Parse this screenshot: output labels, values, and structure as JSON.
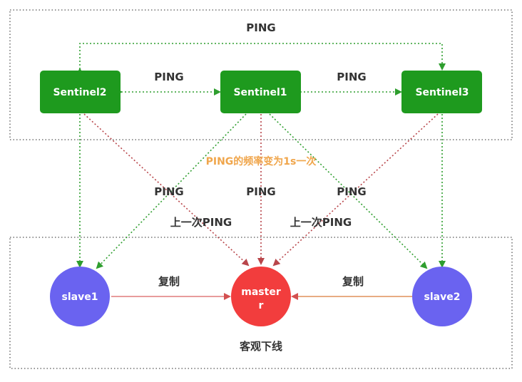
{
  "colors": {
    "sentinel_fill": "#1e9a1e",
    "slave_fill": "#6a63f0",
    "master_fill": "#f23d3d",
    "ping_green_line": "#2e9e2e",
    "ping_red_line": "#b8454a",
    "replication_line": "#e07b7b",
    "note_color": "#f0a64c",
    "border_dots": "#555555"
  },
  "top_group": {
    "ping_top": "PING",
    "ping_left": "PING",
    "ping_right": "PING"
  },
  "sentinels": {
    "s2": "Sentinel2",
    "s1": "Sentinel1",
    "s3": "Sentinel3"
  },
  "middle": {
    "note": "PING的频率变为1s一次",
    "ping_left": "PING",
    "ping_center": "PING",
    "ping_right": "PING",
    "last_ping_left": "上一次PING",
    "last_ping_right": "上一次PING"
  },
  "bottom_group": {
    "slave1": "slave1",
    "master_line1": "mas",
    "master_line2": "ter",
    "master_line3": "r",
    "slave2": "slave2",
    "replicate_left": "复制",
    "replicate_right": "复制",
    "caption": "客观下线"
  }
}
